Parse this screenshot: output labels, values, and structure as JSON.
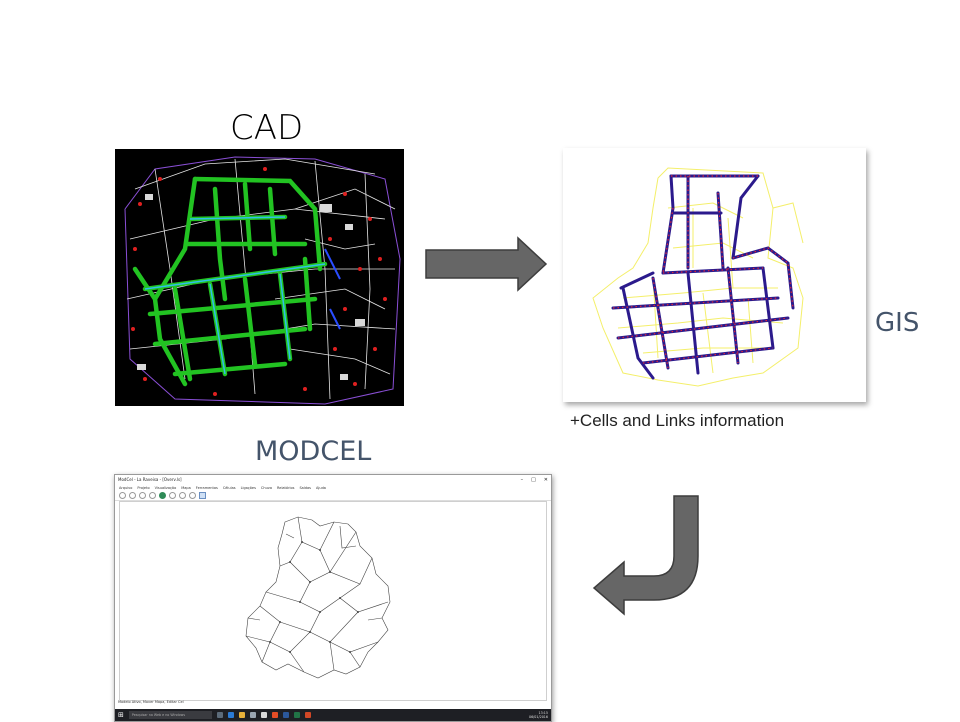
{
  "labels": {
    "cad": "CAD",
    "gis": "GIS",
    "modcel": "MODCEL",
    "gis_info": "+Cells and Links information"
  },
  "colors": {
    "label_dark": "#44546a",
    "arrow_fill": "#666666",
    "arrow_stroke": "#3d3d3d",
    "cad_background": "#000000",
    "cad_green": "#22c322",
    "gis_yellow": "#f4ef6a",
    "gis_lines": "#2b1a8c",
    "gis_dots": "#e0243a"
  },
  "modcel_window": {
    "title": "ModCel - La Raveisa - [Overv.ls]",
    "menu": [
      "Arquivo",
      "Projeto",
      "Visualização",
      "Mapa",
      "Ferramentas",
      "Células",
      "Ligações",
      "Chuva",
      "Relatórios",
      "Saídas",
      "Ajuda"
    ],
    "status": "Modelo Ativo, Mover Mapa, Editar Cel",
    "search_placeholder": "Pesquisar na Web e no Windows",
    "time": "13:15",
    "date": "06/01/2016"
  }
}
